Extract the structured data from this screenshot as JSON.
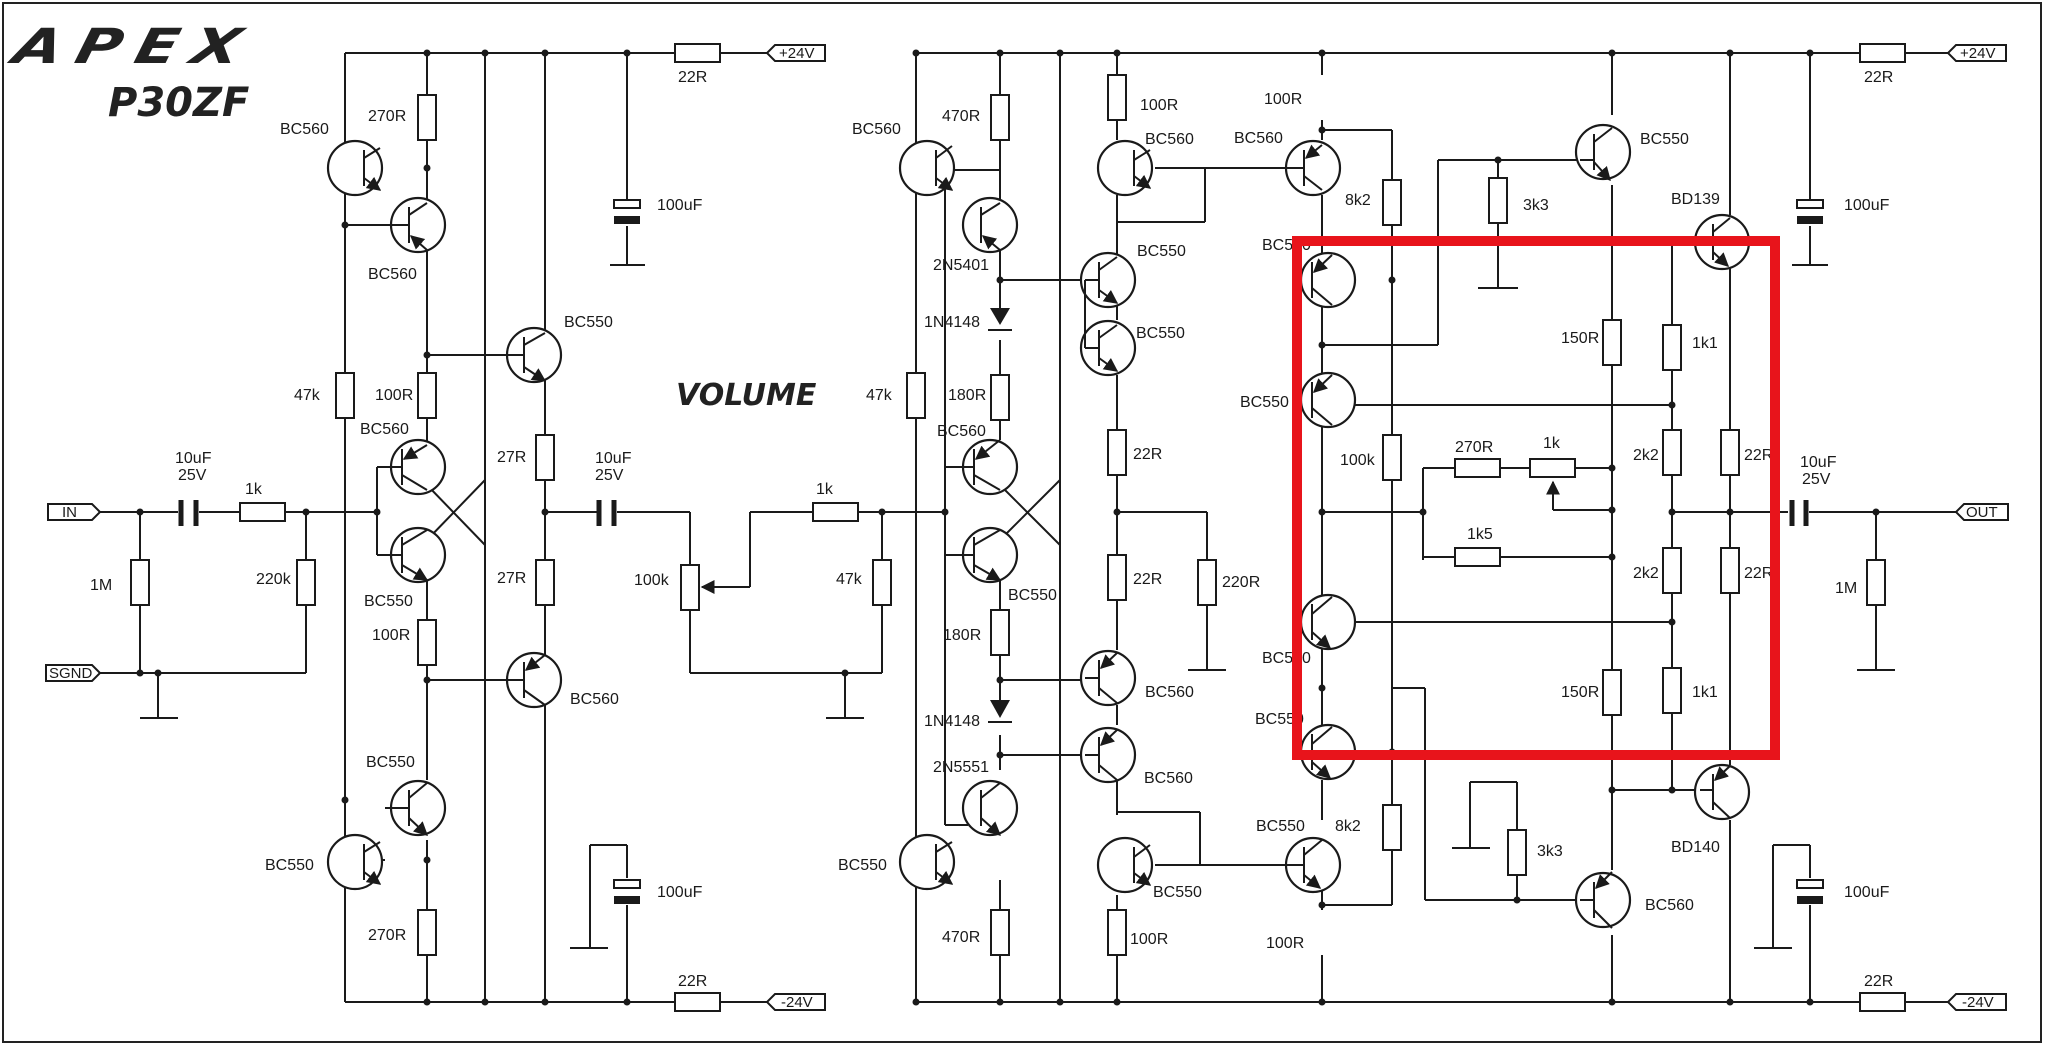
{
  "header": {
    "logo": "APEX",
    "model": "P30ZF"
  },
  "section_label": "VOLUME",
  "ports": {
    "in": "IN",
    "sgnd": "SGND",
    "out": "OUT",
    "vpos_left": "+24V",
    "vneg_left": "-24V",
    "vpos_right": "+24V",
    "vneg_right": "-24V"
  },
  "input_stage": {
    "c_in": "10uF",
    "c_in_v": "25V",
    "r_in_series": "1k",
    "r_in_shunt": "1M",
    "r_bias": "220k"
  },
  "preamp_left": {
    "q_top_a": "BC560",
    "q_top_b": "BC560",
    "r_top": "270R",
    "r_47k": "47k",
    "r_100r_top": "100R",
    "q_mid_a": "BC560",
    "q_mid_b": "BC550",
    "r_100r_bot": "100R",
    "q_bot_a": "BC550",
    "q_bot_b": "BC550",
    "r_bot": "270R",
    "q_out_top": "BC550",
    "q_out_bot": "BC560",
    "r_27r_a": "27R",
    "r_27r_b": "27R",
    "c_out": "10uF",
    "c_out_v": "25V",
    "r_supply_top": "22R",
    "c_supply_top": "100uF",
    "r_supply_bot": "22R",
    "c_supply_bot": "100uF"
  },
  "volume_stage": {
    "pot": "100k",
    "r_series": "1k",
    "r_shunt": "47k"
  },
  "driver": {
    "q_in_top": "BC560",
    "r_470_top": "470R",
    "q_2n5401": "2N5401",
    "d_top": "1N4148",
    "r_180_top": "180R",
    "r_47k": "47k",
    "q_mid_top": "BC560",
    "q_mid_bot": "BC550",
    "r_180_bot": "180R",
    "d_bot": "1N4148",
    "q_2n5551": "2N5551",
    "q_in_bot": "BC550",
    "r_470_bot": "470R",
    "r_100r_top": "100R",
    "q_bc560_top": "BC560",
    "q_bc550_a": "BC550",
    "q_bc550_b": "BC550",
    "r_22r_a": "22R",
    "r_22r_b": "22R",
    "r_220r": "220R",
    "q_bc560_b": "BC560",
    "q_bc560_c": "BC560",
    "q_bc550_bot": "BC550",
    "r_100r_bot": "100R"
  },
  "output_stage": {
    "r_100r_top": "100R",
    "q_bc560_top": "BC560",
    "r_8k2_top": "8k2",
    "q_bc550_top_right": "BC550",
    "r_3k3_top": "3k3",
    "q_bd139": "BD139",
    "q_bc550_a": "BC550",
    "q_bc550_b": "BC550",
    "r_100k": "100k",
    "r_270r": "270R",
    "trim_1k": "1k",
    "r_1k5": "1k5",
    "r_150r_top": "150R",
    "r_1k1_top": "1k1",
    "r_2k2_a": "2k2",
    "r_2k2_b": "2k2",
    "r_22r_a": "22R",
    "r_22r_b": "22R",
    "q_bc550_c": "BC550",
    "q_bc550_d": "BC550",
    "r_150r_bot": "150R",
    "r_1k1_bot": "1k1",
    "q_bd140": "BD140",
    "r_3k3_bot": "3k3",
    "q_bc550_bot": "BC550",
    "r_8k2_bot": "8k2",
    "r_100r_bot": "100R",
    "q_bc560_bot_right": "BC560",
    "c_out": "10uF",
    "c_out_v": "25V",
    "r_out_shunt": "1M",
    "r_supply_top": "22R",
    "c_supply_top": "100uF",
    "r_supply_bot": "22R",
    "c_supply_bot": "100uF"
  },
  "colors": {
    "highlight": "#e8141b",
    "ink": "#1a1a1a"
  }
}
